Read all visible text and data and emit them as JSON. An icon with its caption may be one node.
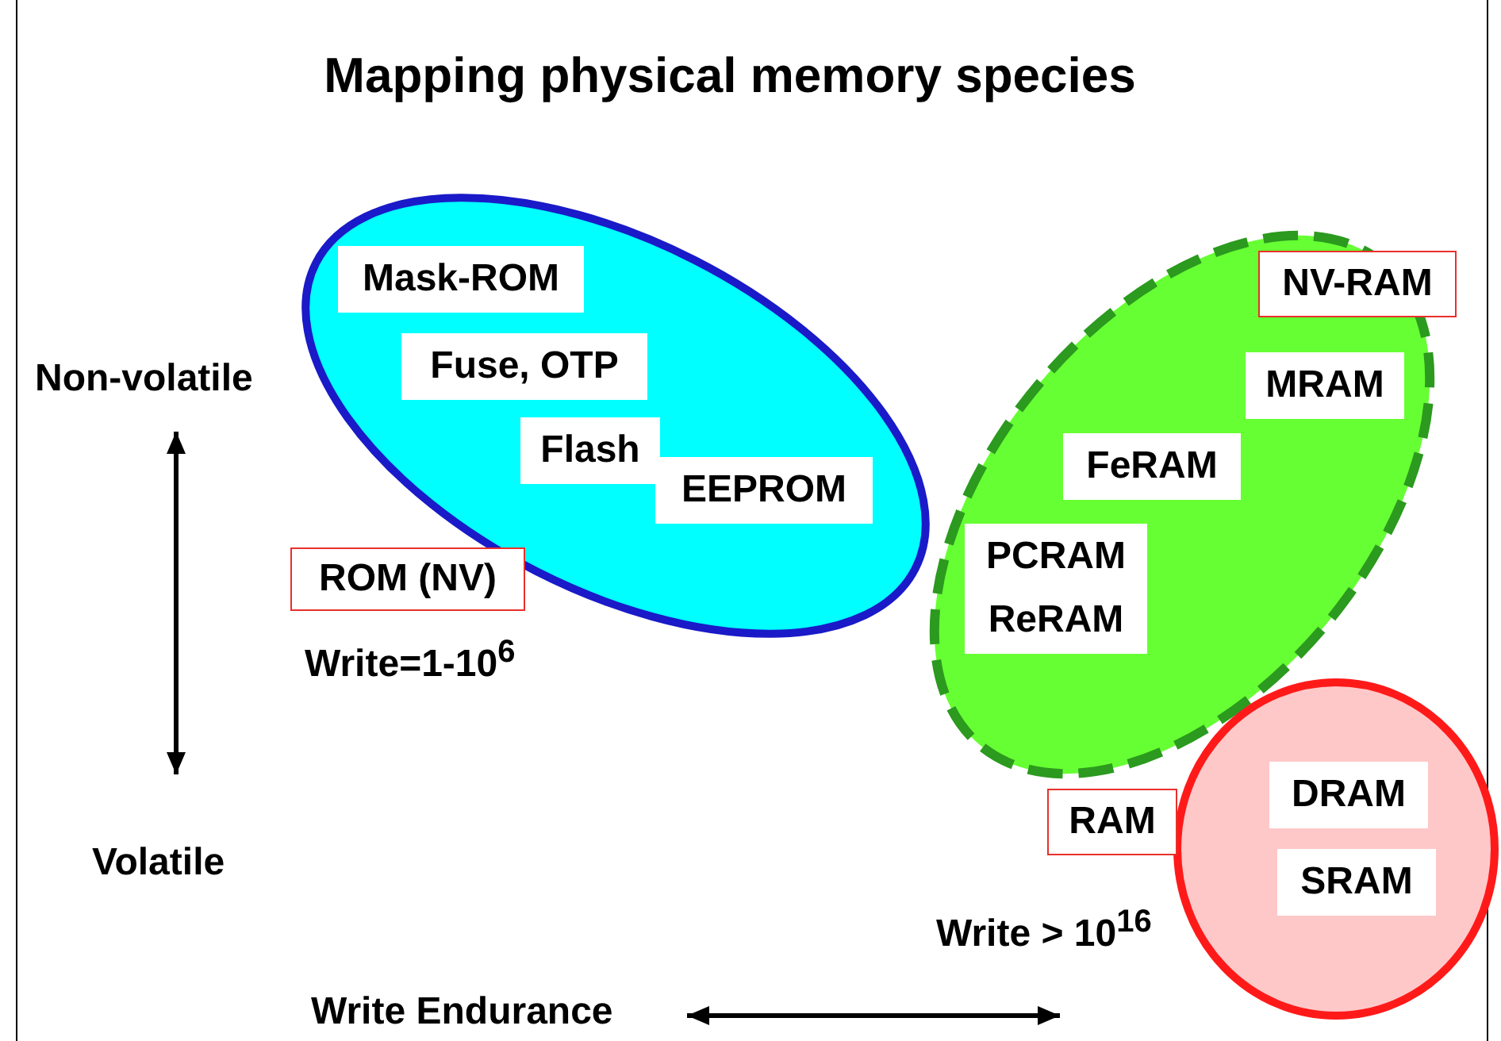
{
  "diagram": {
    "title": "Mapping physical memory species",
    "nodes": [
      {
        "text": [
          "ROM (NV)"
        ]
      },
      {
        "text": [
          "Mask-ROM"
        ],
        "in": 0
      },
      {
        "text": [
          "Fuse, OTP"
        ],
        "in": 0
      },
      {
        "text": [
          "Flash"
        ],
        "in": 0
      },
      {
        "text": [
          "EEPROM"
        ],
        "in": 0
      },
      {
        "text": [
          "NV-RAM"
        ]
      },
      {
        "text": [
          "MRAM"
        ],
        "in": 5
      },
      {
        "text": [
          "FeRAM"
        ],
        "in": 5
      },
      {
        "text": [
          "PCRAM"
        ],
        "in": 5
      },
      {
        "text": [
          "ReRAM"
        ],
        "in": 5
      },
      {
        "text": [
          "RAM"
        ]
      },
      {
        "text": [
          "DRAM"
        ],
        "in": 10
      },
      {
        "text": [
          "SRAM"
        ],
        "in": 10
      }
    ],
    "edges": [],
    "labels": [
      "Non-volatile",
      "Write=1-10$^{6}$",
      "Volatile",
      "Write > 10$^{16}$",
      "Write Endurance"
    ]
  }
}
